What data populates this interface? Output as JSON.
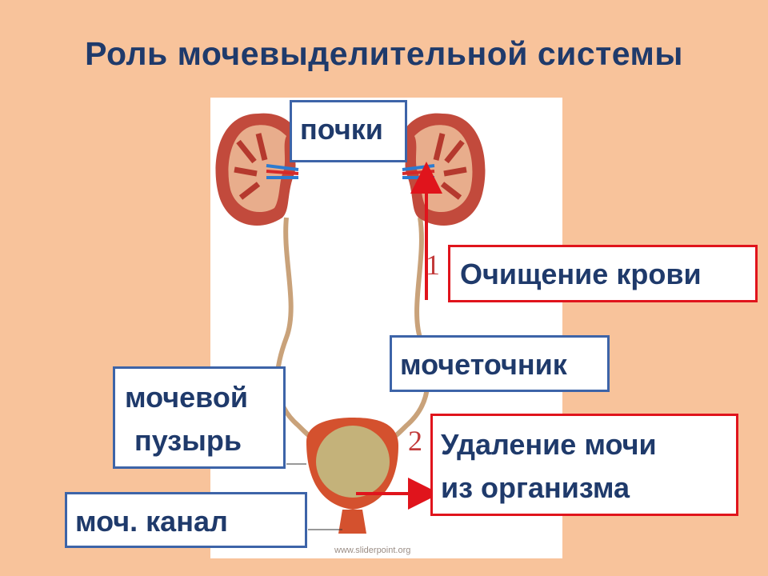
{
  "title": "Роль мочевыделительной системы",
  "labels": {
    "kidneys": "почки",
    "blood_cleaning": "Очищение крови",
    "ureter": "мочеточник",
    "bladder_line1": "мочевой",
    "bladder_line2": "пузырь",
    "urine_removal_line1": "Удаление мочи",
    "urine_removal_line2": "из организма",
    "urethra": "моч. канал"
  },
  "numbers": {
    "one": "1",
    "two": "2"
  },
  "watermark": "www.sliderpoint.org",
  "colors": {
    "background": "#f8c39b",
    "title": "#1f3a6b",
    "blue_border": "#3d64a8",
    "red_border": "#e0141c",
    "arrow": "#e0141c"
  }
}
